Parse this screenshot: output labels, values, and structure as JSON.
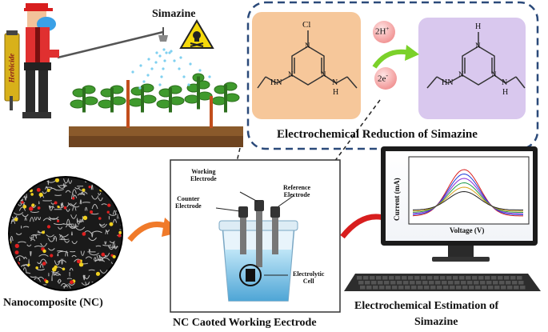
{
  "farm": {
    "chemical_label": "Simazine",
    "tank_label": "Herbicide"
  },
  "reduction_panel": {
    "title": "Electrochemical Reduction of  Simazine",
    "reactant": {
      "top_atom": "Cl",
      "left_group": "HN",
      "right_group_n": "N",
      "right_group_h": "H",
      "ring_n": [
        "N",
        "N",
        "N"
      ]
    },
    "product": {
      "top_atom": "H",
      "left_group": "HN",
      "right_group_n": "N",
      "right_group_h": "H",
      "ring_n": [
        "N",
        "N",
        "N"
      ]
    },
    "electrons_in": [
      "2H",
      "+"
    ],
    "electrons_in2": [
      "2e",
      "-"
    ]
  },
  "nanocomposite": {
    "caption": "Nanocomposite (NC)"
  },
  "cell": {
    "caption": "NC Caoted Working Eectrode",
    "working": [
      "Working",
      "Electrode"
    ],
    "counter": [
      "Counter",
      "Electrode"
    ],
    "reference": [
      "Reference",
      "Electrode"
    ],
    "electrolytic": [
      "Electrolytic",
      "Cell"
    ]
  },
  "monitor": {
    "caption_line1": "Electrochemical Estimation of",
    "caption_line2": "Simazine",
    "ylabel": "Current (mA)",
    "xlabel": "Voltage (V)"
  },
  "colors": {
    "panel_border": "#2b4a7a",
    "reactant_bg": "#f6c79a",
    "product_bg": "#d9c8ee",
    "arrow_orange": "#f07a2a",
    "arrow_red": "#d81e1e",
    "arrow_green": "#7bd12a"
  }
}
